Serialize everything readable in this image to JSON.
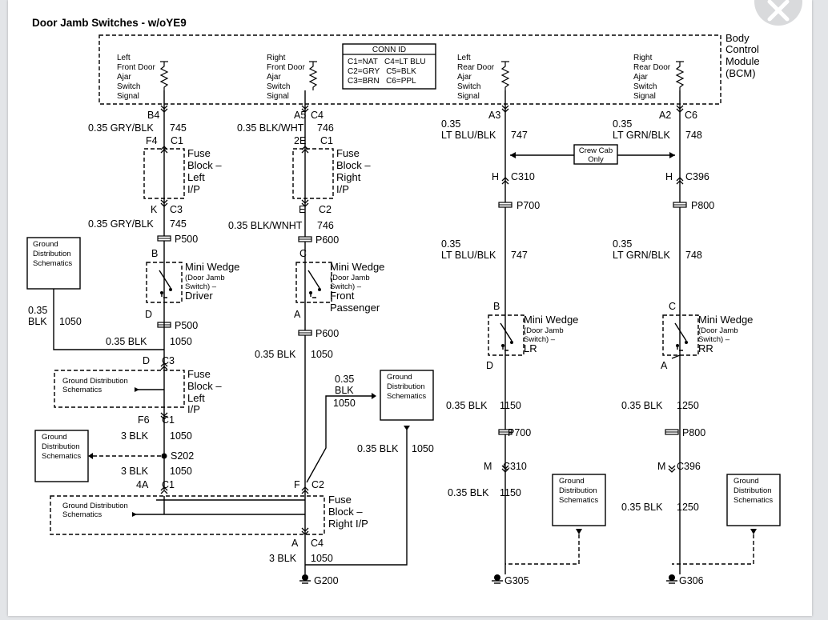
{
  "diagram": {
    "title": "Door Jamb Switches - w/oYE9",
    "bcm_label": [
      "Body",
      "Control",
      "Module",
      "(BCM)"
    ],
    "conn_id": {
      "header": "CONN ID",
      "rows": [
        "C1=NAT   C4=LT BLU",
        "C2=GRY   C5=BLK",
        "C3=BRN   C6=PPL"
      ]
    },
    "bcm_inputs": [
      {
        "lines": [
          "Left",
          "Front Door",
          "Ajar",
          "Switch",
          "Signal"
        ]
      },
      {
        "lines": [
          "Right",
          "Front Door",
          "Ajar",
          "Switch",
          "Signal"
        ]
      },
      {
        "lines": [
          "Left",
          "Rear Door",
          "Ajar",
          "Switch",
          "Signal"
        ]
      },
      {
        "lines": [
          "Right",
          "Rear Door",
          "Ajar",
          "Switch",
          "Signal"
        ]
      }
    ],
    "pins": {
      "b4": "B4",
      "a5": "A5",
      "c4_top": "C4",
      "a3": "A3",
      "a2": "A2",
      "c6": "C6",
      "f4": "F4",
      "c1_f": "C1",
      "e2": "2E",
      "c1_r": "C1",
      "k": "K",
      "c3_f": "C3",
      "e": "E",
      "c2_r": "C2",
      "b_dr": "B",
      "c_fp": "C",
      "d_dr": "D",
      "a_fp": "A",
      "d_f": "D",
      "c3_b": "C3",
      "f6": "F6",
      "c1_b": "C1",
      "a4": "4A",
      "c1_j": "C1",
      "f_j": "F",
      "c2_j": "C2",
      "a_b": "A",
      "c4_b": "C4",
      "h1": "H",
      "c310_a": "C310",
      "h2": "H",
      "c396_a": "C396",
      "b_lr": "B",
      "c_rr": "C",
      "d_lr": "D",
      "a_rr": "A",
      "m1": "M",
      "c310_b": "C310",
      "m2": "M",
      "c396_b": "C396"
    },
    "wires": {
      "w745a_g": "0.35 GRY/BLK",
      "w745a_n": "745",
      "w746a_g": "0.35 BLK/WHT",
      "w746a_n": "746",
      "w745b_g": "0.35 GRY/BLK",
      "w745b_n": "745",
      "w746b_g": "0.35 BLK/WNHT",
      "w746b_n": "746",
      "w747a_g1": "0.35",
      "w747a_g2": "LT BLU/BLK",
      "w747a_n": "747",
      "w748a_g1": "0.35",
      "w748a_g2": "LT GRN/BLK",
      "w748a_n": "748",
      "w747b_g1": "0.35",
      "w747b_g2": "LT BLU/BLK",
      "w747b_n": "747",
      "w748b_g1": "0.35",
      "w748b_g2": "LT GRN/BLK",
      "w748b_n": "748",
      "w1050a_g1": "0.35",
      "w1050a_g2": "BLK",
      "w1050a_n": "1050",
      "w1050b_g": "0.35 BLK",
      "w1050b_n": "1050",
      "w1050c_g": "0.35 BLK",
      "w1050c_n": "1050",
      "w1050d_g": "3 BLK",
      "w1050d_n": "1050",
      "w1050e_g": "3 BLK",
      "w1050e_n": "1050",
      "w1050f_g1": "0.35",
      "w1050f_g2": "BLK",
      "w1050f_n": "1050",
      "w1050g_g": "0.35 BLK",
      "w1050g_n": "1050",
      "w1050h_g": "3 BLK",
      "w1050h_n": "1050",
      "w1150a_g": "0.35 BLK",
      "w1150a_n": "1150",
      "w1150b_g": "0.35 BLK",
      "w1150b_n": "1150",
      "w1250a_g": "0.35 BLK",
      "w1250a_n": "1250",
      "w1250b_g": "0.35 BLK",
      "w1250b_n": "1250"
    },
    "components": {
      "fuse_left_ip": [
        "Fuse",
        "Block –",
        "Left",
        "I/P"
      ],
      "fuse_right_ip": [
        "Fuse",
        "Block –",
        "Right",
        "I/P"
      ],
      "fuse_left_ip_b": [
        "Fuse",
        "Block –",
        "Left",
        "I/P"
      ],
      "fuse_right_ip_b": [
        "Fuse",
        "Block –",
        "Right I/P"
      ],
      "mw_driver": {
        "title": "Mini Wedge",
        "sub": [
          "(Door Jamb",
          "Switch) –"
        ],
        "pos": "Driver"
      },
      "mw_front_pass": {
        "title": "Mini Wedge",
        "sub": [
          "(Door Jamb",
          "Switch) –"
        ],
        "pos": [
          "Front",
          "Passenger"
        ]
      },
      "mw_lr": {
        "title": "Mini Wedge",
        "sub": [
          "(Door Jamb",
          "Switch) –"
        ],
        "pos": "LR"
      },
      "mw_rr": {
        "title": "Mini Wedge",
        "sub": [
          "(Door Jamb",
          "Switch) –"
        ],
        "pos": "RR"
      },
      "crew_cab": [
        "Crew Cab",
        "Only"
      ],
      "s202": "S202"
    },
    "connectors": {
      "p500a": "P500",
      "p600a": "P600",
      "p500b": "P500",
      "p600b": "P600",
      "p700a": "P700",
      "p800a": "P800",
      "p700b": "P700",
      "p800b": "P800"
    },
    "grounds": {
      "g200": "G200",
      "g305": "G305",
      "g306": "G306"
    },
    "gds": {
      "box1": [
        "Ground",
        "Distribution",
        "Schematics"
      ],
      "box2": [
        "Ground",
        "Distribution",
        "Schematics"
      ],
      "box3": [
        "Ground",
        "Distribution",
        "Schematics"
      ],
      "box4": [
        "Ground",
        "Distribution",
        "Schematics"
      ],
      "box5": [
        "Ground",
        "Distribution",
        "Schematics"
      ],
      "inline1": [
        "Ground Distribution",
        "Schematics"
      ],
      "inline2": [
        "Ground Distribution",
        "Schematics"
      ]
    }
  },
  "colors": {
    "page_bg": "#e3e5e8",
    "sheet_bg": "#ffffff",
    "close_bg": "#d9dadc",
    "ink": "#000000"
  },
  "icons": {
    "close": "close-x-icon"
  }
}
